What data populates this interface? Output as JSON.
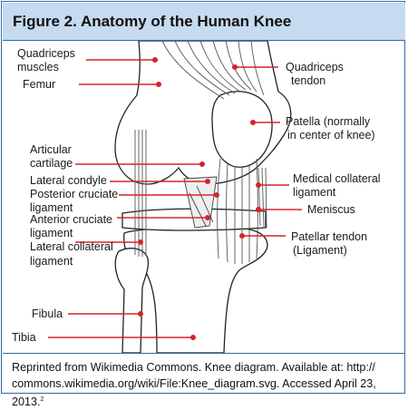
{
  "header": {
    "title": "Figure 2. Anatomy of the Human Knee"
  },
  "labels": {
    "quadriceps_muscles_1": "Quadriceps",
    "quadriceps_muscles_2": "muscles",
    "femur": "Femur",
    "articular_cartilage_1": "Articular",
    "articular_cartilage_2": "cartilage",
    "lateral_condyle": "Lateral condyle",
    "posterior_cruciate_1": "Posterior cruciate",
    "posterior_cruciate_2": "ligament",
    "anterior_cruciate_1": "Anterior cruciate",
    "anterior_cruciate_2": "ligament",
    "lateral_collateral_1": "Lateral collateral",
    "lateral_collateral_2": "ligament",
    "fibula": "Fibula",
    "tibia": "Tibia",
    "quadriceps_tendon_1": "Quadriceps",
    "quadriceps_tendon_2": "tendon",
    "patella_1": "Patella (normally",
    "patella_2": "in center of knee)",
    "medical_collateral_1": "Medical collateral",
    "medical_collateral_2": "ligament",
    "meniscus": "Meniscus",
    "patellar_tendon_1": "Patellar tendon",
    "patellar_tendon_2": "(Ligament)"
  },
  "caption": {
    "text": "Reprinted from Wikimedia Commons. Knee diagram. Available at: http:// commons.wikimedia.org/wiki/File:Knee_diagram.svg. Accessed April 23, 2013.",
    "ref": "2"
  },
  "colors": {
    "accent": "#2e6aa6",
    "header_bg": "#c6daf0",
    "leader": "#d7232a"
  }
}
